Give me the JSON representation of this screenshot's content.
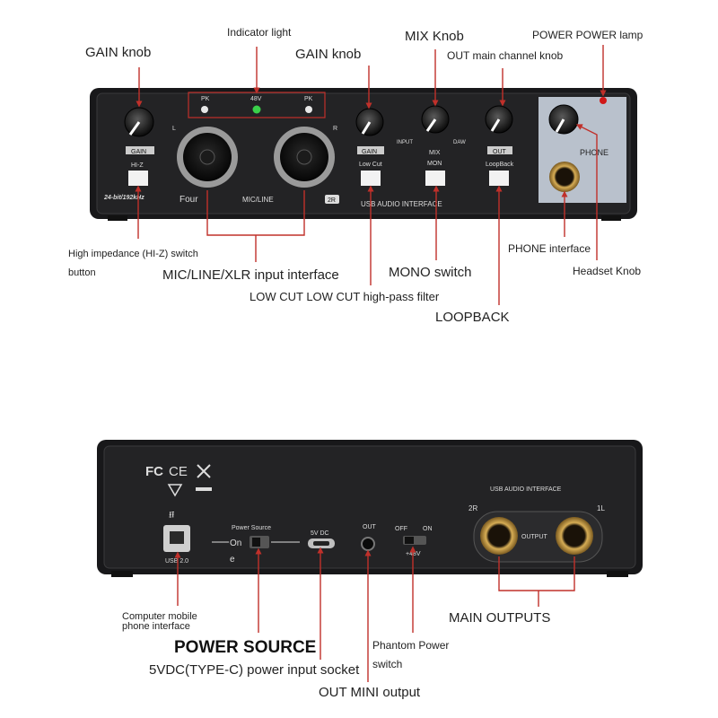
{
  "device_front": {
    "pk_left": "PK",
    "v48": "48V",
    "pk_right": "PK",
    "gain1": "GAIN",
    "gain2": "GAIN",
    "hiz": "HI-Z",
    "l": "L",
    "r": "R",
    "bitrate": "24-bit/192kHz",
    "brand": "Four",
    "mic_line": "MIC/LINE",
    "badge": "2R",
    "low_cut": "Low Cut",
    "input": "INPUT",
    "mix": "MIX",
    "daw": "DAW",
    "mon": "MON",
    "out": "OUT",
    "loopback": "LoopBack",
    "usb": "USB AUDIO INTERFACE",
    "phone": "PHONE"
  },
  "device_back": {
    "usb_title": "USB AUDIO INTERFACE",
    "usb20": "USB 2.0",
    "power_source": "Power Source",
    "on": "On",
    "e": "e",
    "dc": "5V DC",
    "out": "OUT",
    "off": "OFF",
    "on2": "ON",
    "v48": "+48V",
    "r2": "2R",
    "l1": "1L",
    "output": "OUTPUT",
    "fc": "FC",
    "ce": "CE"
  },
  "callouts": {
    "gain_knob_1": "GAIN knob",
    "indicator_light": "Indicator light",
    "gain_knob_2": "GAIN knob",
    "mix_knob": "MIX Knob",
    "power_lamp": "POWER POWER lamp",
    "out_main": "OUT main channel knob",
    "hiz_line1": "High impedance (HI-Z) switch",
    "hiz_line2": "button",
    "xlr": "MIC/LINE/XLR input interface",
    "mono": "MONO switch",
    "phone_iface": "PHONE interface",
    "headset": "Headset Knob",
    "lowcut": "LOW CUT LOW CUT high-pass filter",
    "loopback": "LOOPBACK",
    "computer_line1": "Computer mobile",
    "computer_line2": "phone interface",
    "power_source": "POWER SOURCE",
    "dc_socket": "5VDC(TYPE-C) power input socket",
    "phantom_line1": "Phantom Power",
    "phantom_line2": "switch",
    "main_outputs": "MAIN OUTPUTS",
    "out_mini": "OUT MINI output"
  },
  "colors": {
    "arrow": "#c0302a",
    "device": "#1b1b1d",
    "panel": "#b9c1cc",
    "jack": "#c79a3a",
    "led": "#3ad14a"
  }
}
